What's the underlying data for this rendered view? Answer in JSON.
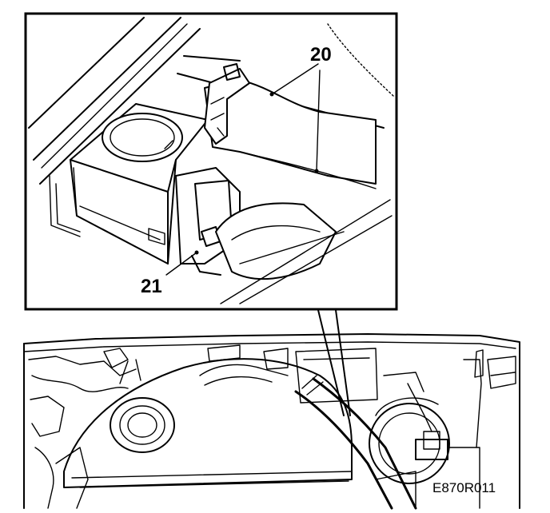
{
  "callouts": {
    "hose_label": "20",
    "connector_label": "21"
  },
  "figure_code": "E870R011"
}
